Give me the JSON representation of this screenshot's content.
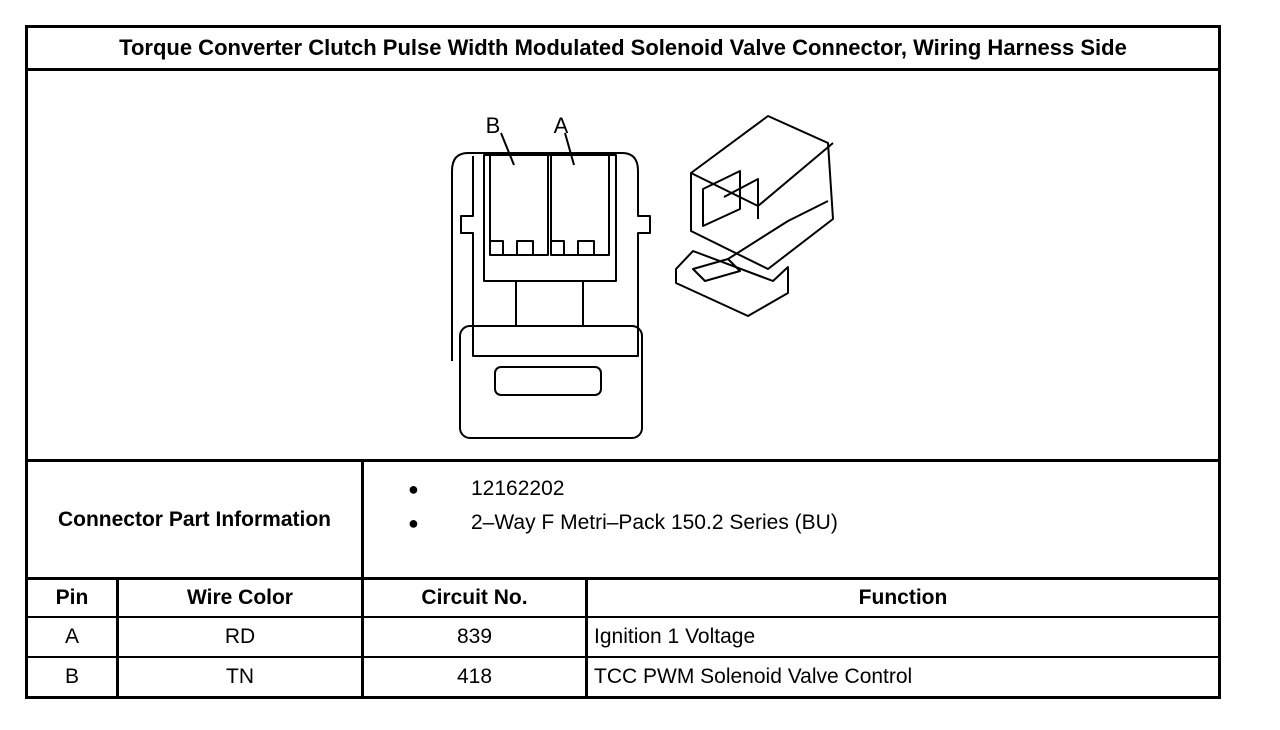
{
  "title": "Torque Converter Clutch Pulse Width Modulated Solenoid Valve Connector, Wiring Harness Side",
  "diagram": {
    "pin_labels": [
      "B",
      "A"
    ]
  },
  "connector_info": {
    "label": "Connector Part Information",
    "items": [
      "12162202",
      "2–Way F Metri–Pack 150.2 Series (BU)"
    ]
  },
  "table": {
    "headers": [
      "Pin",
      "Wire Color",
      "Circuit No.",
      "Function"
    ],
    "rows": [
      [
        "A",
        "RD",
        "839",
        "Ignition 1 Voltage"
      ],
      [
        "B",
        "TN",
        "418",
        "TCC PWM Solenoid Valve Control"
      ]
    ]
  }
}
